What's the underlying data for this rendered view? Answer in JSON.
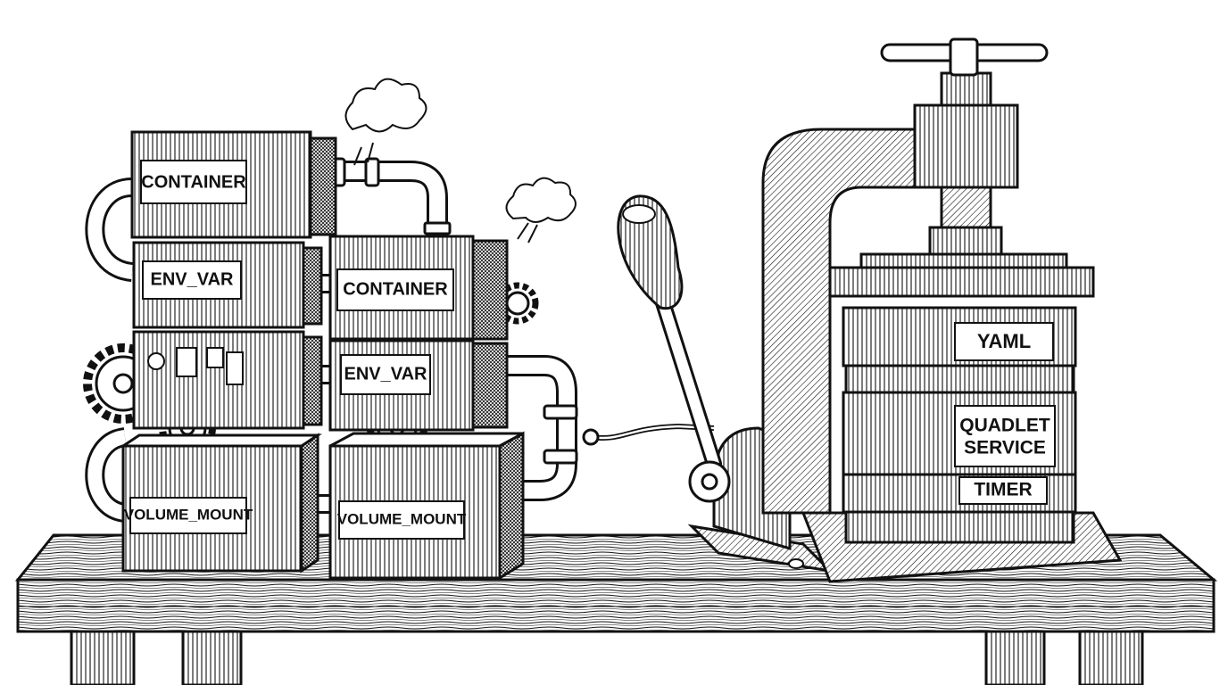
{
  "colors": {
    "ink": "#111111",
    "paper": "#ffffff"
  },
  "labels": {
    "box1": "CONTAINER",
    "box2": "ENV_VAR",
    "box3": "CONTAINER",
    "box4": "ENV_VAR",
    "box5": "VOLUME_MOUNT",
    "box6": "VOLUME_MOUNT",
    "book_yaml": "YAML",
    "book_quadlet_line1": "QUADLET",
    "book_quadlet_line2": "SERVICE",
    "book_timer": "TIMER"
  }
}
